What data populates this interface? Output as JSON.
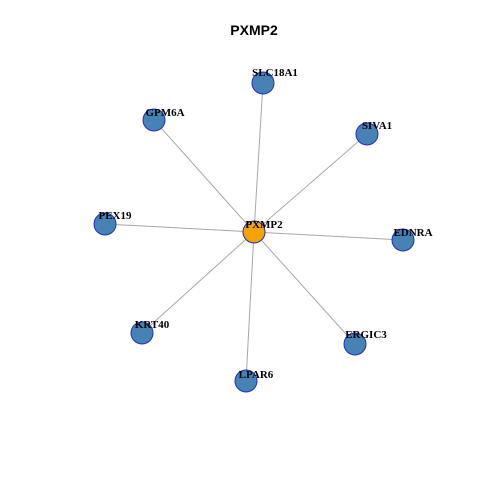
{
  "title": "PXMP2",
  "colors": {
    "center_node": "#F5A300",
    "leaf_node": "#4682B4",
    "node_border": "#1F2FBF",
    "edge": "#A8A8A8"
  },
  "center": {
    "label": "PXMP2"
  },
  "neighbors": [
    {
      "label": "SLC18A1"
    },
    {
      "label": "GPM6A"
    },
    {
      "label": "SIVA1"
    },
    {
      "label": "PEX19"
    },
    {
      "label": "EDNRA"
    },
    {
      "label": "KRT40"
    },
    {
      "label": "ERGIC3"
    },
    {
      "label": "LPAR6"
    }
  ]
}
